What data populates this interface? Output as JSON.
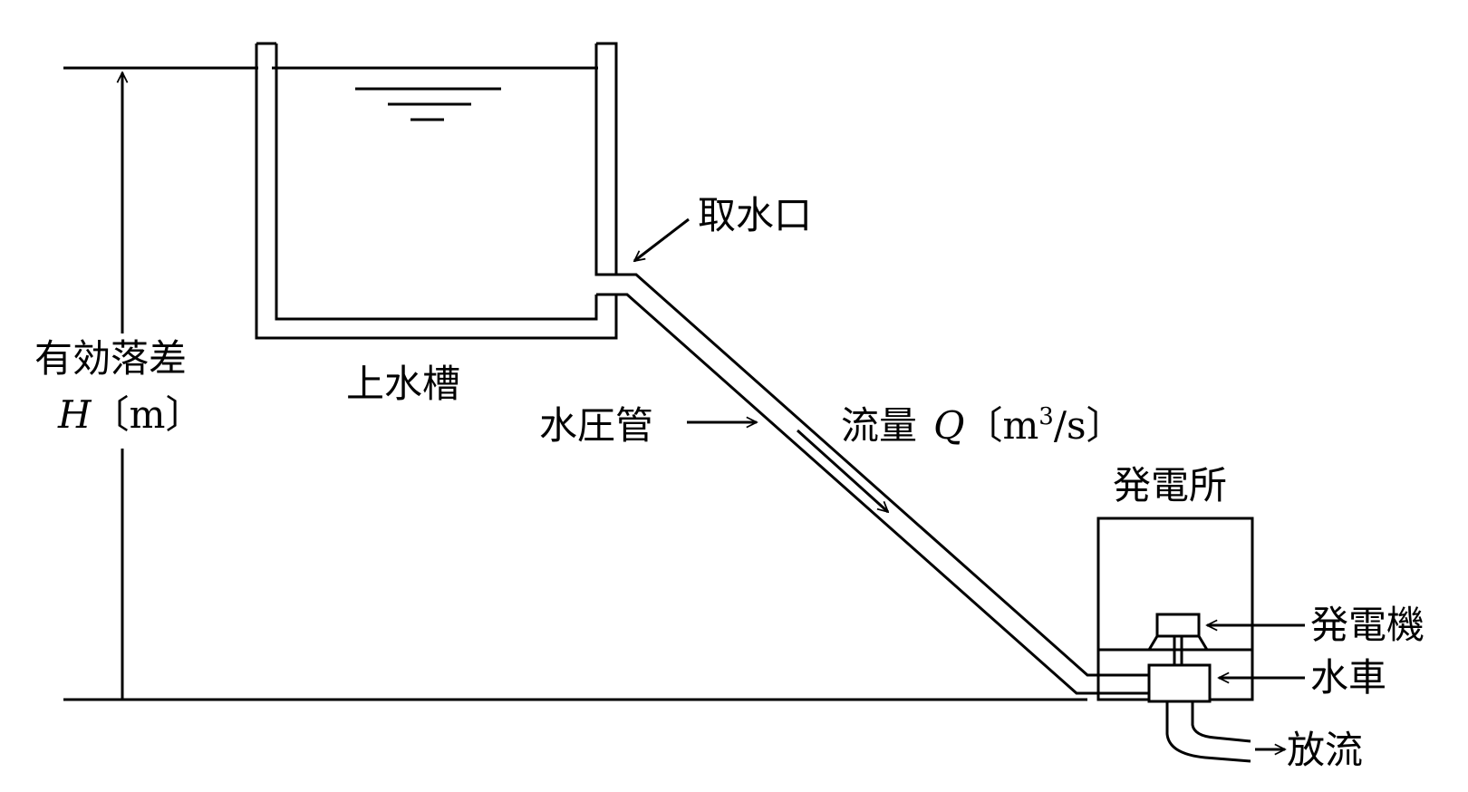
{
  "labels": {
    "head_label_1": "有効落差",
    "head_label_2_var": "H",
    "head_label_2_unit": "〔m〕",
    "upper_tank": "上水槽",
    "intake": "取水口",
    "penstock": "水圧管",
    "flow_prefix": "流量",
    "flow_var": "Q",
    "flow_unit_open": "〔m",
    "flow_unit_sup": "3",
    "flow_unit_close": "/s〕",
    "power_station": "発電所",
    "generator": "発電機",
    "turbine": "水車",
    "discharge": "放流"
  },
  "colors": {
    "line": "#000000",
    "background": "#ffffff"
  }
}
